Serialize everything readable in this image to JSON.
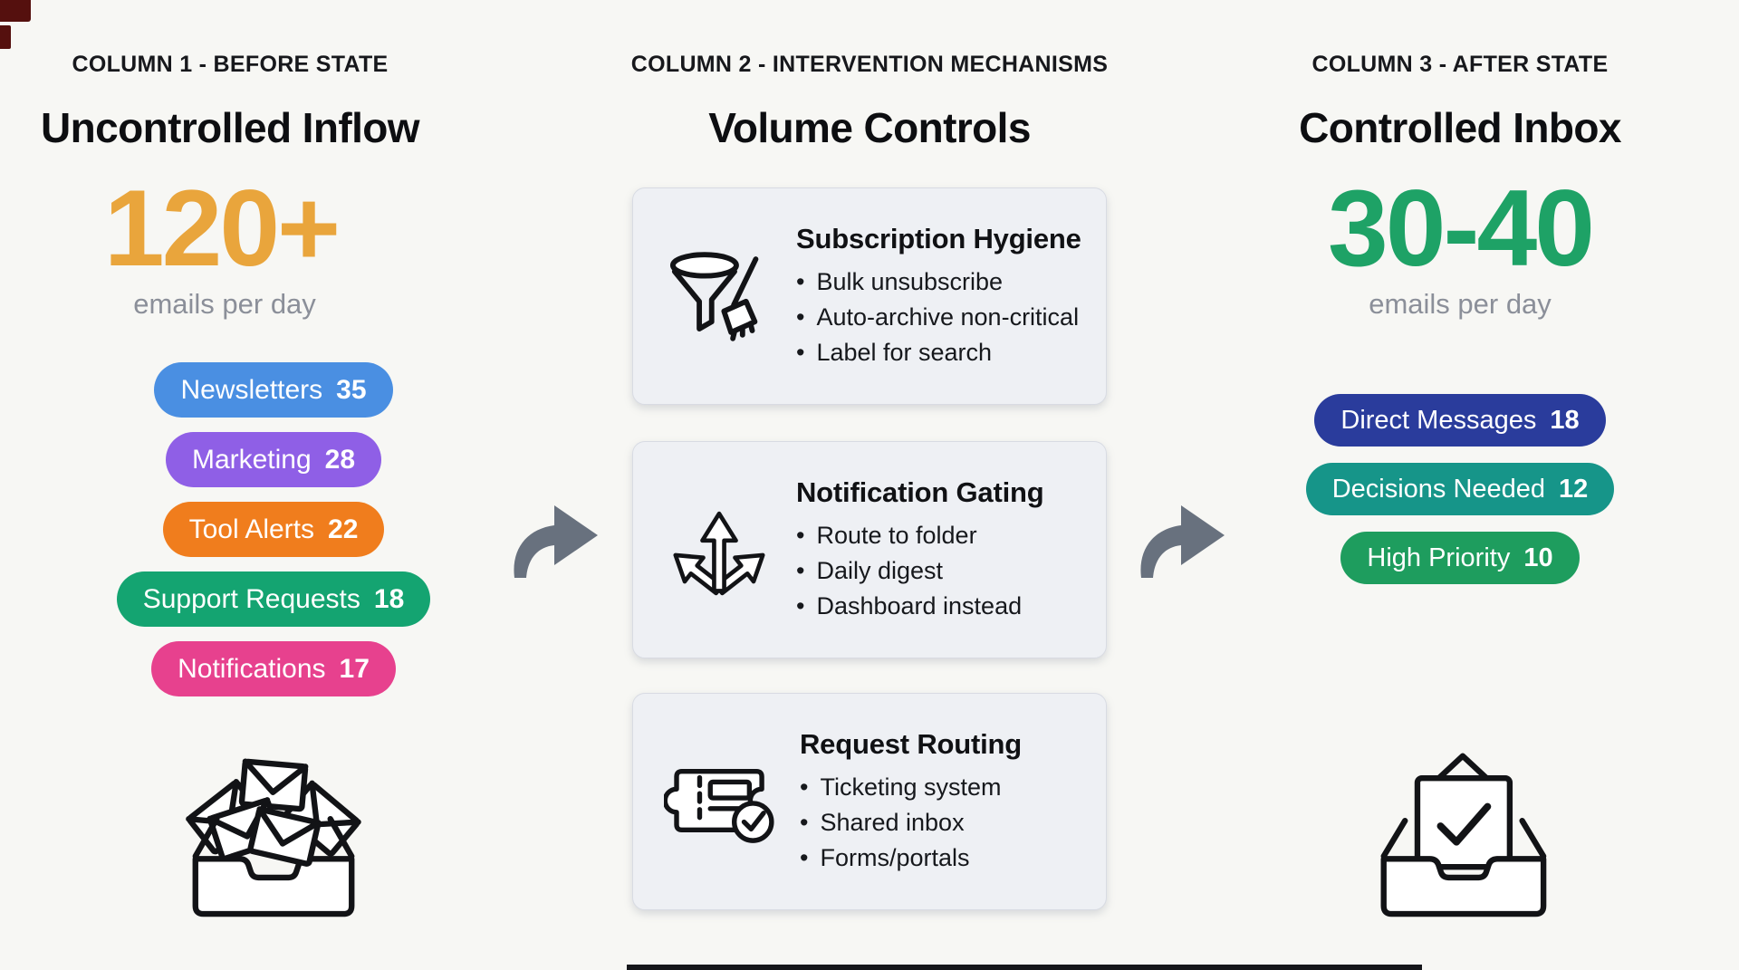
{
  "page": {
    "background": "#f7f7f4"
  },
  "arrows": {
    "color": "#68717E"
  },
  "columns": [
    {
      "header": "COLUMN 1 - BEFORE STATE",
      "title": "Uncontrolled Inflow",
      "metric": {
        "value": "120+",
        "color": "#E9A53C",
        "caption": "emails per day"
      },
      "pills": [
        {
          "label": "Newsletters",
          "count": "35",
          "color": "#4A8FE2"
        },
        {
          "label": "Marketing",
          "count": "28",
          "color": "#8F5FE6"
        },
        {
          "label": "Tool Alerts",
          "count": "22",
          "color": "#F07D1D"
        },
        {
          "label": "Support Requests",
          "count": "18",
          "color": "#14A471"
        },
        {
          "label": "Notifications",
          "count": "17",
          "color": "#E7418E"
        }
      ],
      "icon": "overflowing-inbox-icon"
    },
    {
      "header": "COLUMN 2 - INTERVENTION MECHANISMS",
      "title": "Volume Controls",
      "cards": [
        {
          "icon": "funnel-broom-icon",
          "title": "Subscription Hygiene",
          "bullets": [
            "Bulk unsubscribe",
            "Auto-archive non-critical",
            "Label for search"
          ]
        },
        {
          "icon": "branch-arrows-icon",
          "title": "Notification Gating",
          "bullets": [
            "Route to folder",
            "Daily digest",
            "Dashboard instead"
          ]
        },
        {
          "icon": "ticket-check-icon",
          "title": "Request Routing",
          "bullets": [
            "Ticketing system",
            "Shared inbox",
            "Forms/portals"
          ]
        }
      ]
    },
    {
      "header": "COLUMN 3 - AFTER STATE",
      "title": "Controlled Inbox",
      "metric": {
        "value": "30-40",
        "color": "#1EA266",
        "caption": "emails per day"
      },
      "pills": [
        {
          "label": "Direct Messages",
          "count": "18",
          "color": "#2A3C9C"
        },
        {
          "label": "Decisions Needed",
          "count": "12",
          "color": "#169589"
        },
        {
          "label": "High Priority",
          "count": "10",
          "color": "#1E9D5E"
        }
      ],
      "icon": "inbox-check-icon"
    }
  ]
}
